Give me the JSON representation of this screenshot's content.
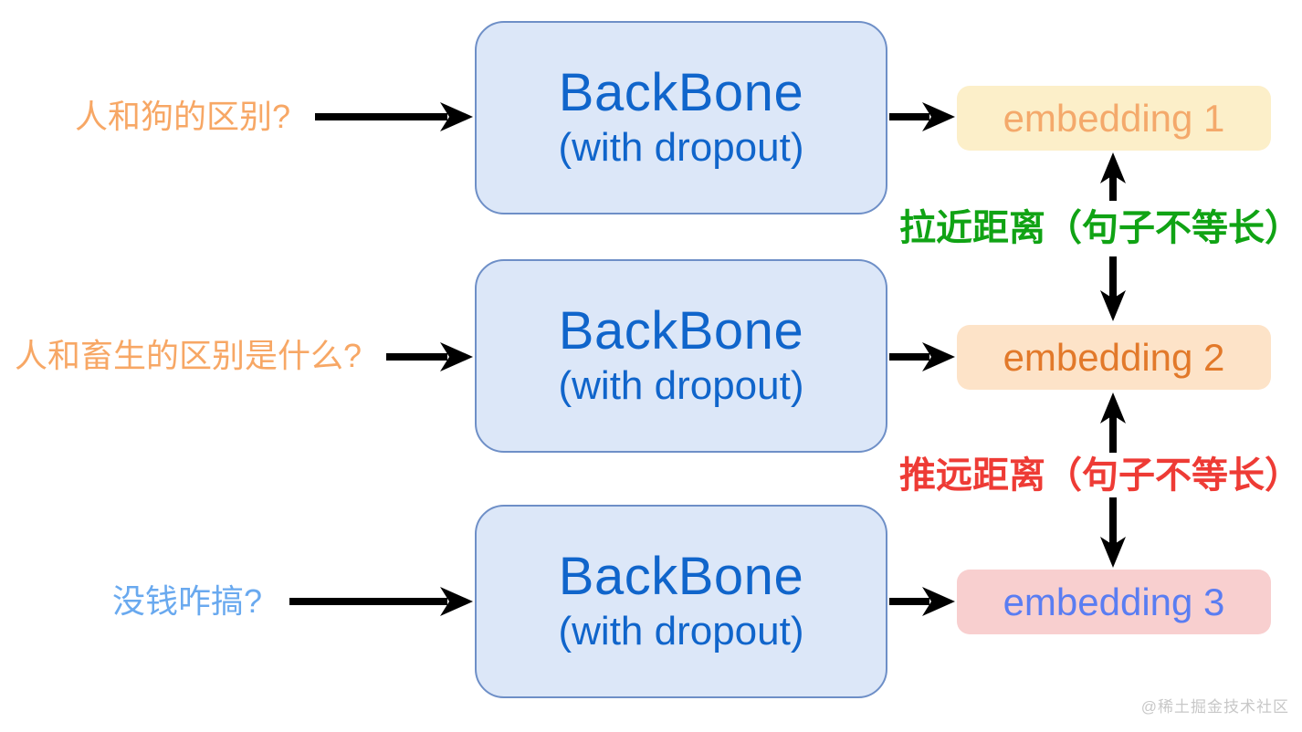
{
  "diagram": {
    "rows": [
      {
        "input_text": "人和狗的区别?",
        "input_color": "#f7a765",
        "backbone_title": "BackBone",
        "backbone_subtitle": "(with dropout)",
        "embedding_label": "embedding 1",
        "embedding_bg": "#fcefc9",
        "embedding_color": "#f4a96b"
      },
      {
        "input_text": "人和畜生的区别是什么?",
        "input_color": "#f7a765",
        "backbone_title": "BackBone",
        "backbone_subtitle": "(with dropout)",
        "embedding_label": "embedding 2",
        "embedding_bg": "#fde3c8",
        "embedding_color": "#e2792a"
      },
      {
        "input_text": "没钱咋搞?",
        "input_color": "#69a9ef",
        "backbone_title": "BackBone",
        "backbone_subtitle": "(with dropout)",
        "embedding_label": "embedding 3",
        "embedding_bg": "#f8cfcf",
        "embedding_color": "#5a7df2"
      }
    ],
    "relations": [
      {
        "label": "拉近距离（句子不等长）",
        "color": "#10a314"
      },
      {
        "label": "推远距离（句子不等长）",
        "color": "#ee3b35"
      }
    ],
    "watermark": "@稀土掘金技术社区",
    "colors": {
      "background": "#ffffff",
      "backbone_bg": "#dce7f8",
      "backbone_border": "#6e8fc7",
      "backbone_text": "#1065cb",
      "arrow": "#000000",
      "watermark": "#c8c8c8"
    }
  }
}
